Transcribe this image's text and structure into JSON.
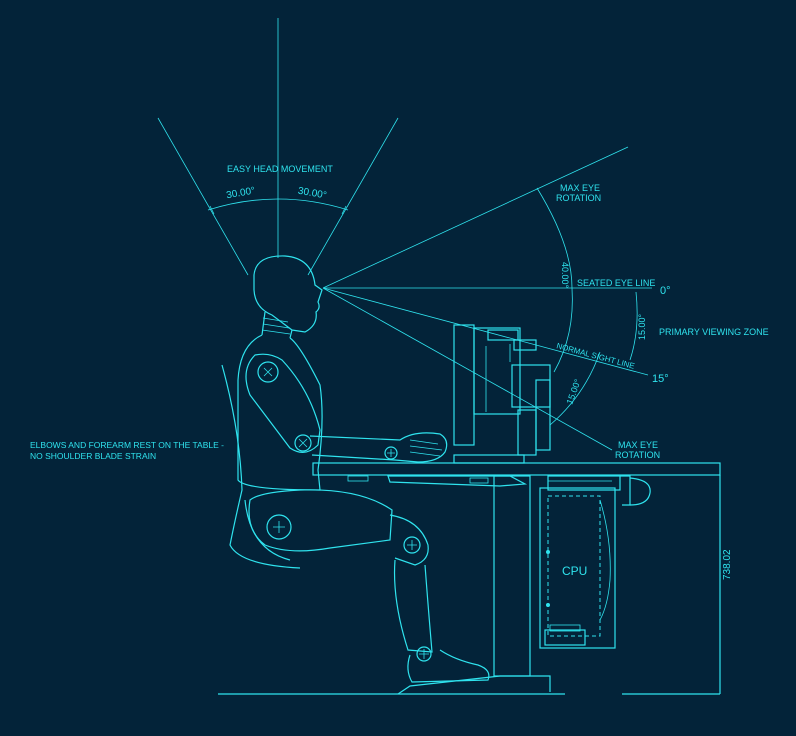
{
  "labels": {
    "easy_head_movement": "EASY HEAD MOVEMENT",
    "angle_left": "30.00°",
    "angle_right": "30.00°",
    "max_eye_rotation_top_1": "MAX EYE",
    "max_eye_rotation_top_2": "ROTATION",
    "angle_40": "40.00°",
    "seated_eye_line": "SEATED EYE LINE",
    "zero_deg": "0°",
    "angle_15_top": "15.00°",
    "primary_viewing_zone": "PRIMARY VIEWING ZONE",
    "normal_sight_line": "NORMAL SIGHT LINE",
    "fifteen_deg": "15°",
    "angle_15_bottom": "15.00°",
    "max_eye_rotation_bottom_1": "MAX EYE",
    "max_eye_rotation_bottom_2": "ROTATION",
    "elbows_line1": "ELBOWS AND FOREARM REST ON THE TABLE -",
    "elbows_line2": "NO SHOULDER BLADE STRAIN",
    "cpu": "CPU",
    "height_dim": "738.02"
  },
  "colors": {
    "background": "#032339",
    "line": "#2fe3ee"
  }
}
